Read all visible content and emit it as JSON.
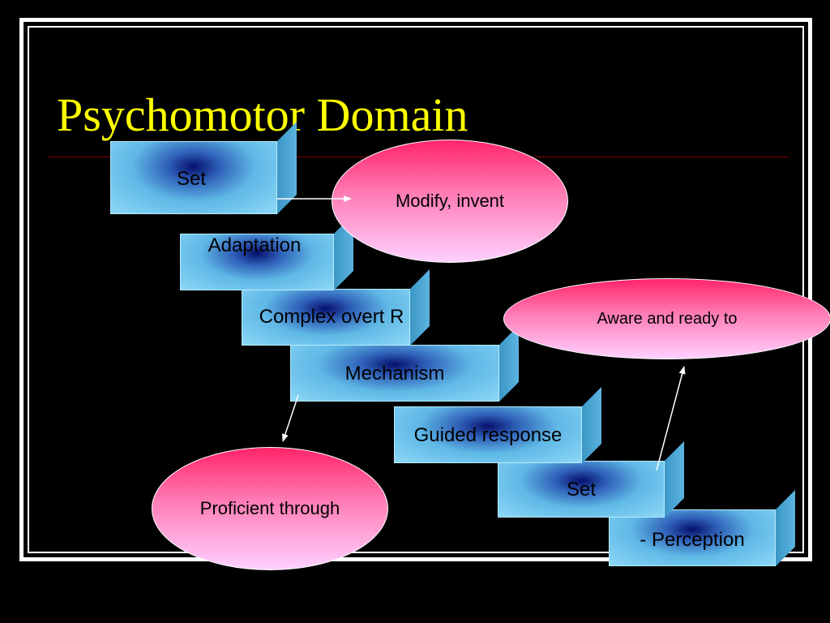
{
  "slide": {
    "title": "Psychomotor Domain"
  },
  "steps": [
    {
      "label": "- Perception"
    },
    {
      "label": "Set"
    },
    {
      "label": "Guided response"
    },
    {
      "label": "Mechanism"
    },
    {
      "label": "Complex overt R"
    },
    {
      "label": "Adaptation"
    },
    {
      "label": "Set"
    }
  ],
  "callouts": {
    "modify": "Modify, invent",
    "aware": "Aware and ready to",
    "proficient": "Proficient through"
  },
  "colors": {
    "background": "#000000",
    "title": "#ffff00",
    "box": "#5cb3df",
    "callout": "#ff5c9a"
  }
}
